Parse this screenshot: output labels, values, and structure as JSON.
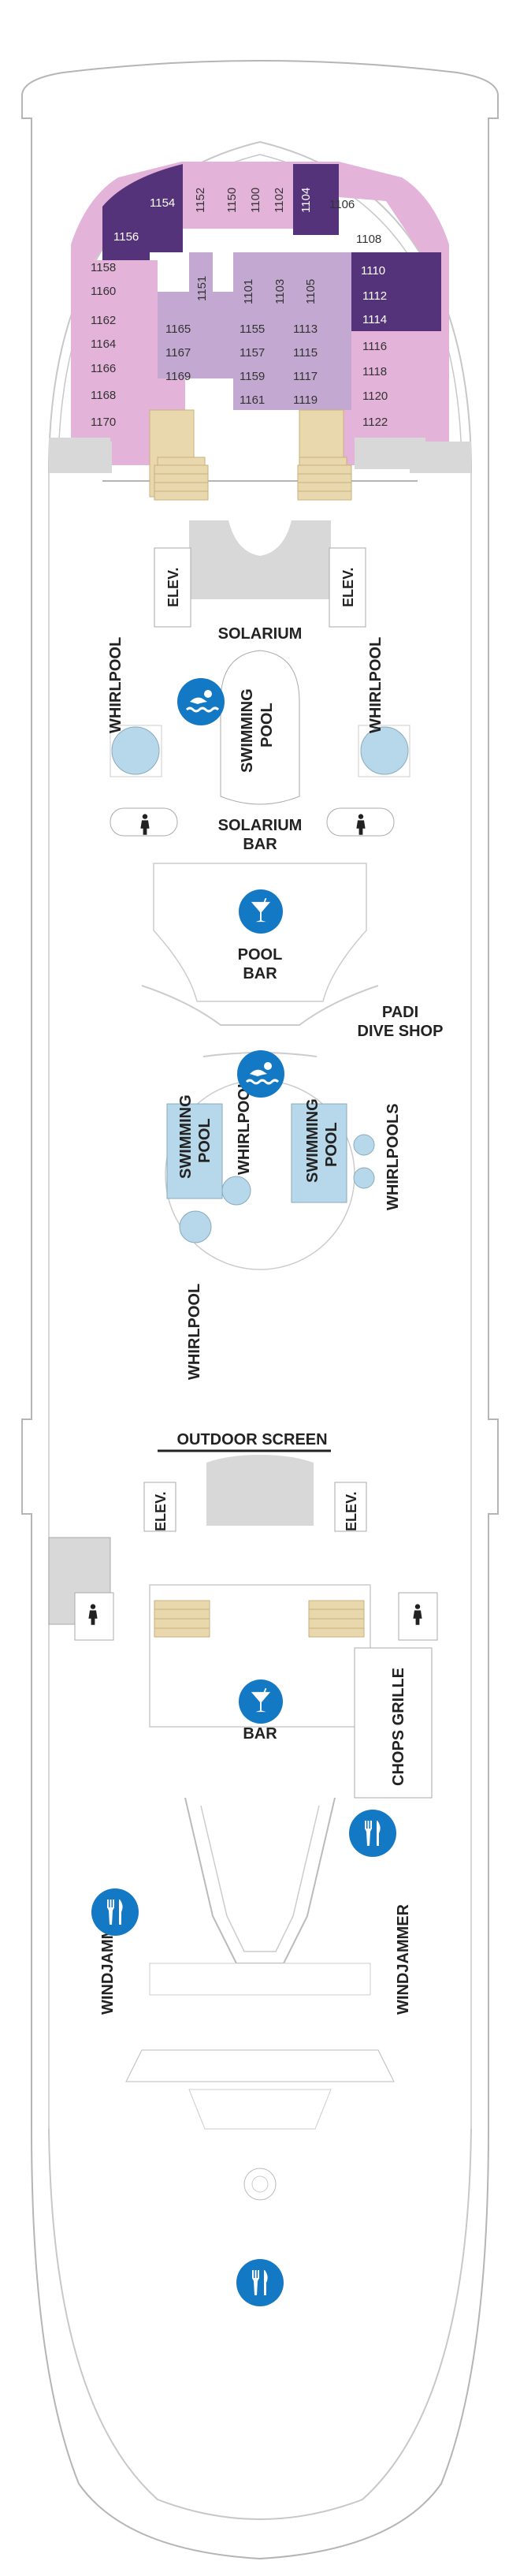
{
  "colors": {
    "cabin_light": "#e3b3d9",
    "cabin_dark": "#55337a",
    "cabin_interior": "#c3a9d1",
    "pool": "#b7d8ea",
    "icon_blue": "#1479c4",
    "deck_grey": "#d8d8d8",
    "sunbed": "#e9d7ae",
    "outline": "#b5b5b5"
  },
  "cabins": {
    "left_column": [
      "1158",
      "1160",
      "1162",
      "1164",
      "1166",
      "1168",
      "1170"
    ],
    "left_top": [
      "1154",
      "1156"
    ],
    "top_row": [
      "1152",
      "1150",
      "1100",
      "1102",
      "1104"
    ],
    "right_top": "1106",
    "right_column": [
      "1108",
      "1110",
      "1112",
      "1114",
      "1116",
      "1118",
      "1120",
      "1122"
    ],
    "inner_left_rotated": "1151",
    "inner_left": [
      "1165",
      "1167",
      "1169"
    ],
    "inner_center_top": [
      "1101",
      "1103",
      "1105"
    ],
    "inner_center_a": [
      "1155",
      "1157",
      "1159",
      "1161"
    ],
    "inner_center_b": [
      "1113",
      "1115",
      "1117",
      "1119"
    ]
  },
  "labels": {
    "elev": "ELEV.",
    "solarium": "SOLARIUM",
    "whirlpool": "WHIRLPOOL",
    "whirlpools": "WHIRLPOOLS",
    "swimming_pool_line1": "SWIMMING",
    "swimming_pool_line2": "POOL",
    "solarium_bar_line1": "SOLARIUM",
    "solarium_bar_line2": "BAR",
    "pool_bar_line1": "POOL",
    "pool_bar_line2": "BAR",
    "padi_line1": "PADI",
    "padi_line2": "DIVE SHOP",
    "outdoor_screen": "OUTDOOR SCREEN",
    "bar": "BAR",
    "chops_grille": "CHOPS GRILLE",
    "windjammer": "WINDJAMMER"
  },
  "icons": {
    "pool_icon": "swimmer-icon",
    "bar_icon": "cocktail-icon",
    "dining_icon": "knife-fork-icon",
    "restroom_icon": "restroom-icon"
  }
}
